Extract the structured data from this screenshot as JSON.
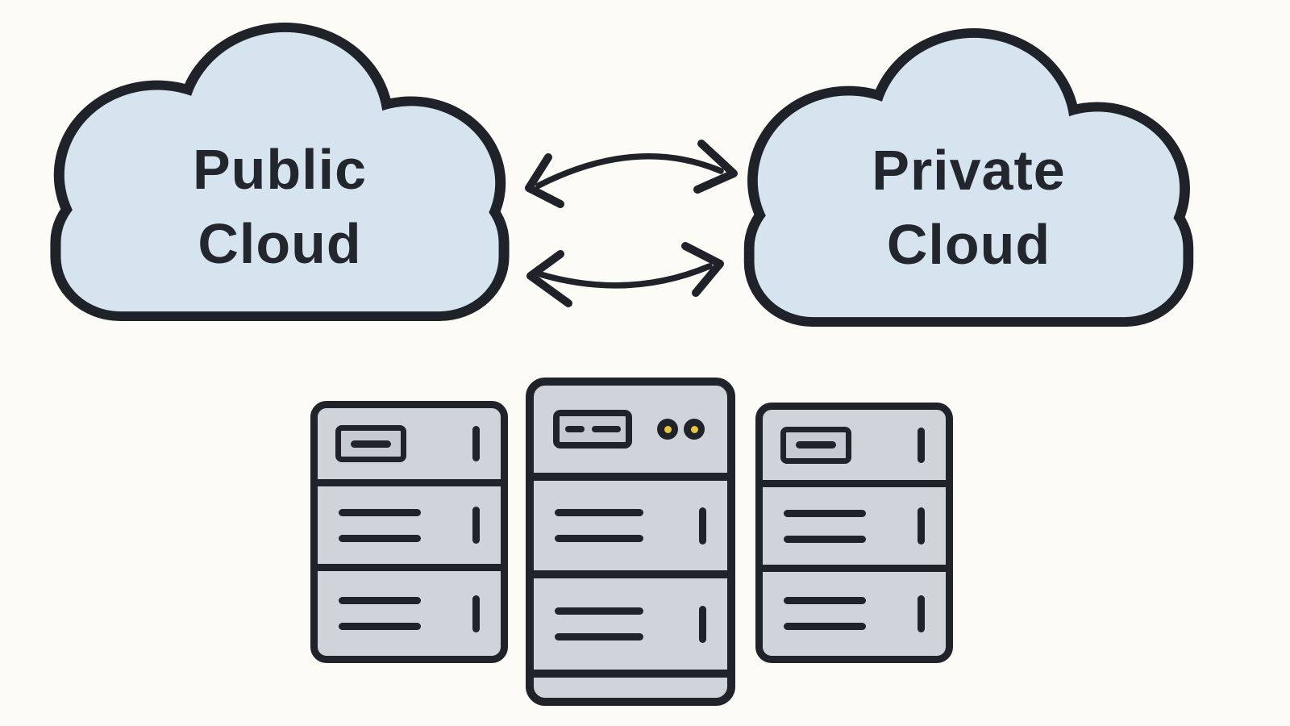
{
  "page": {
    "background": "#fcfbf5"
  },
  "diagram": {
    "type": "hybrid-cloud-architecture",
    "colors": {
      "outline": "#1f2228",
      "cloud_fill": "#d5e4ef",
      "server_body": "#cfd4db",
      "server_panel": "#c6cbd3",
      "led": "#e9c73b",
      "background": "#fcfbf5"
    },
    "nodes": [
      {
        "id": "public-cloud",
        "type": "cloud",
        "label_line1": "Public",
        "label_line2": "Cloud"
      },
      {
        "id": "private-cloud",
        "type": "cloud",
        "label_line1": "Private",
        "label_line2": "Cloud"
      },
      {
        "id": "server-rack-left",
        "type": "server-tower"
      },
      {
        "id": "server-rack-center",
        "type": "server-tower",
        "leds": 2
      },
      {
        "id": "server-rack-right",
        "type": "server-tower"
      }
    ],
    "edges": [
      {
        "from": "public-cloud",
        "to": "private-cloud",
        "direction": "bidirectional",
        "position": "top",
        "style": "curved-arrow"
      },
      {
        "from": "public-cloud",
        "to": "private-cloud",
        "direction": "bidirectional",
        "position": "bottom",
        "style": "curved-arrow"
      }
    ]
  }
}
